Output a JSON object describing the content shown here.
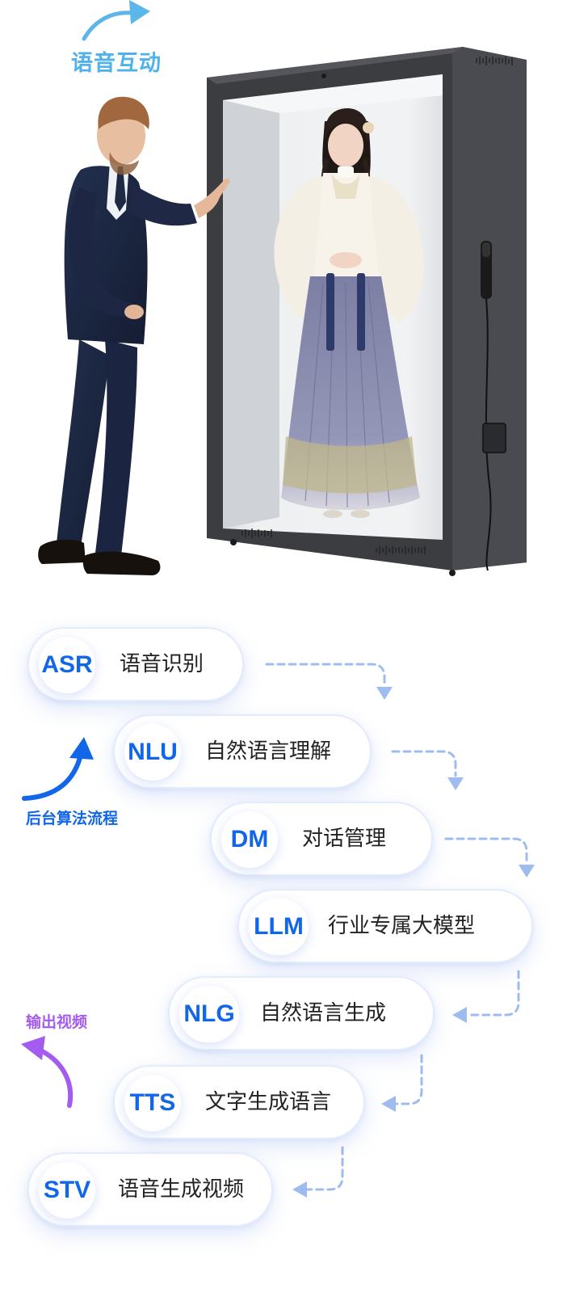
{
  "hero": {
    "label": "语音互动"
  },
  "pipeline": {
    "steps": [
      {
        "abbr": "ASR",
        "desc": "语音识别"
      },
      {
        "abbr": "NLU",
        "desc": "自然语言理解"
      },
      {
        "abbr": "DM",
        "desc": "对话管理"
      },
      {
        "abbr": "LLM",
        "desc": "行业专属大模型"
      },
      {
        "abbr": "NLG",
        "desc": "自然语言生成"
      },
      {
        "abbr": "TTS",
        "desc": "文字生成语言"
      },
      {
        "abbr": "STV",
        "desc": "语音生成视频"
      }
    ],
    "backend_label": "后台算法流程",
    "output_label": "输出视频"
  },
  "colors": {
    "accent_blue": "#1167e8",
    "label_blue": "#4fb2ea",
    "output_purple": "#a45bf0",
    "dash": "#9fbcef"
  }
}
